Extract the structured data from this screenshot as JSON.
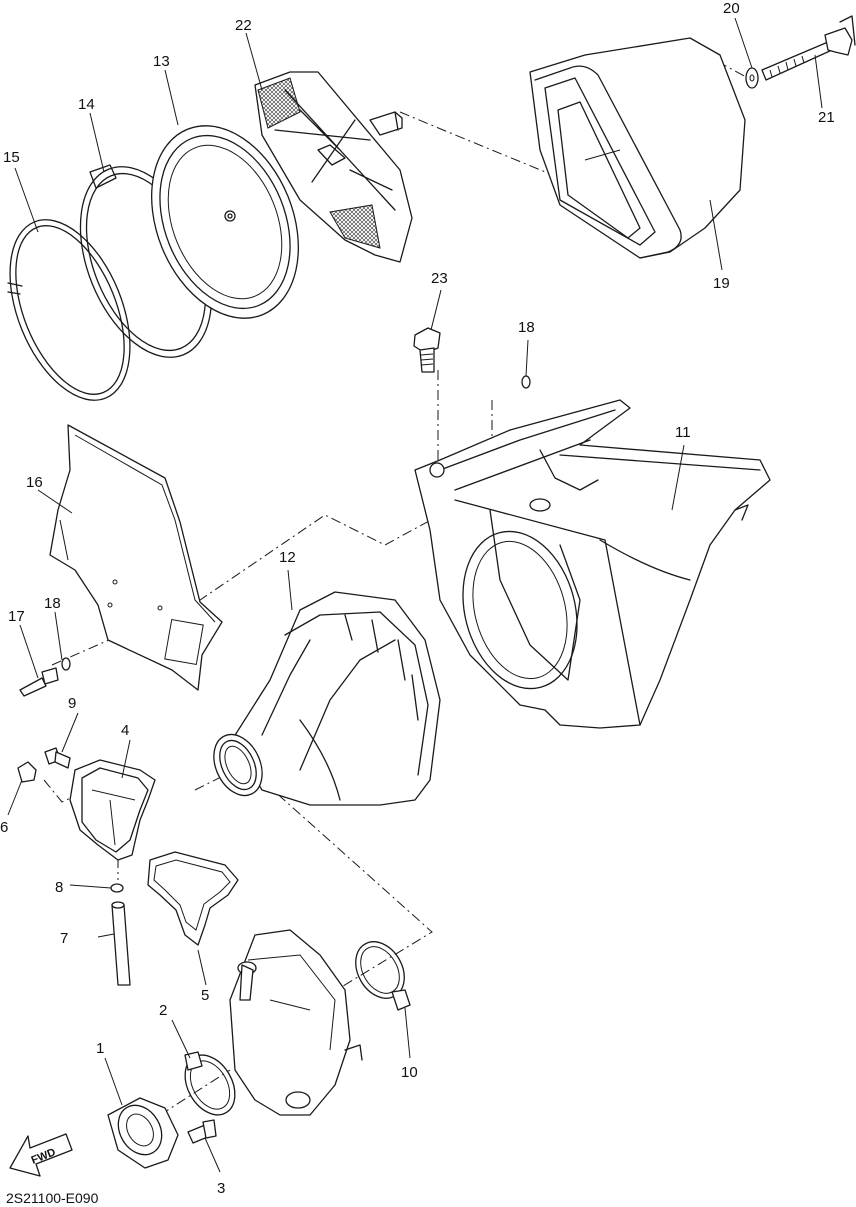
{
  "diagram": {
    "drawing_code": "2S21100-E090",
    "direction_marker": "FWD",
    "part_callouts": [
      "1",
      "2",
      "3",
      "4",
      "5",
      "6",
      "7",
      "8",
      "9",
      "10",
      "11",
      "12",
      "13",
      "14",
      "15",
      "16",
      "17",
      "18",
      "18",
      "19",
      "20",
      "21",
      "22",
      "23"
    ]
  },
  "parts": [
    {
      "label": "1"
    },
    {
      "label": "2"
    },
    {
      "label": "3"
    },
    {
      "label": "4"
    },
    {
      "label": "5"
    },
    {
      "label": "6"
    },
    {
      "label": "7"
    },
    {
      "label": "8"
    },
    {
      "label": "9"
    },
    {
      "label": "10"
    },
    {
      "label": "11"
    },
    {
      "label": "12"
    },
    {
      "label": "13"
    },
    {
      "label": "14"
    },
    {
      "label": "15"
    },
    {
      "label": "16"
    },
    {
      "label": "17"
    },
    {
      "label": "18"
    },
    {
      "label": "18"
    },
    {
      "label": "19"
    },
    {
      "label": "20"
    },
    {
      "label": "21"
    },
    {
      "label": "22"
    },
    {
      "label": "23"
    }
  ]
}
